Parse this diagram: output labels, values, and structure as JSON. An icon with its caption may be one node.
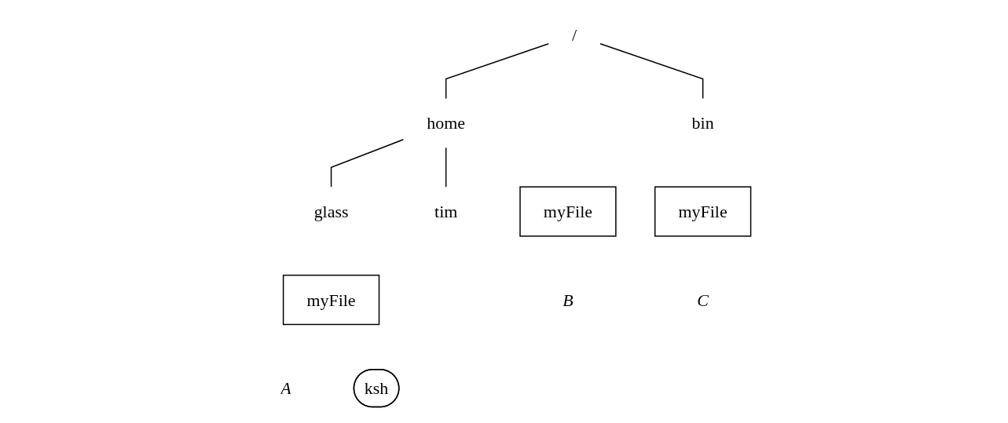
{
  "diagram": {
    "nodes": [
      {
        "text": [
          "/"
        ]
      },
      {
        "text": [
          "home"
        ]
      },
      {
        "text": [
          "myFile"
        ],
        "beside": [
          "B"
        ]
      },
      {
        "text": [
          "bin"
        ]
      },
      {
        "text": [
          "myFile"
        ],
        "beside": [
          "C"
        ]
      },
      {
        "text": [
          "glass"
        ]
      },
      {
        "text": [
          "tim"
        ]
      },
      {
        "text": [
          "myFile"
        ],
        "beside": [
          "A"
        ]
      },
      {
        "text": [
          "ksh"
        ]
      }
    ],
    "edges": [
      {
        "from": 0,
        "to": 1,
        "arrow": "none"
      },
      {
        "from": 0,
        "to": 3,
        "arrow": "none"
      },
      {
        "from": 1,
        "to": 5,
        "arrow": "none"
      },
      {
        "from": 1,
        "to": 6,
        "arrow": "none"
      }
    ]
  }
}
